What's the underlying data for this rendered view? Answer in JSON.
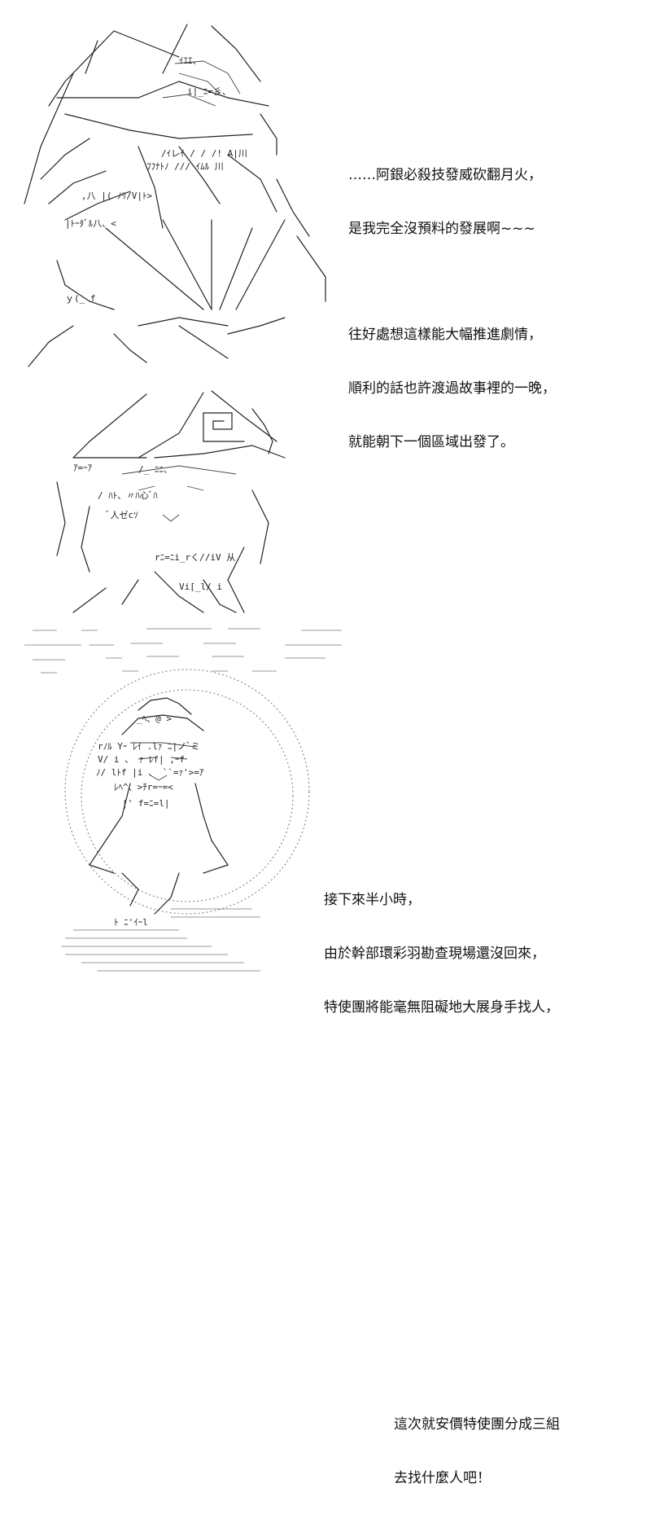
{
  "panels": [
    {
      "lines": [
        "……阿銀必殺技發威砍翻月火，",
        "是我完全沒預料的發展啊~~~",
        "",
        "往好處想這樣能大幅推進劇情，",
        "順利的話也許渡過故事裡的一晚，",
        "就能朝下一個區域出發了。"
      ]
    },
    {
      "lines": [
        "接下來半小時，",
        "由於幹部環彩羽勘查現場還沒回來，",
        "特使團將能毫無阻礙地大展身手找人，"
      ]
    },
    {
      "lines": [
        "這次就安價特使團分成三組",
        "去找什麼人吧！"
      ]
    }
  ]
}
